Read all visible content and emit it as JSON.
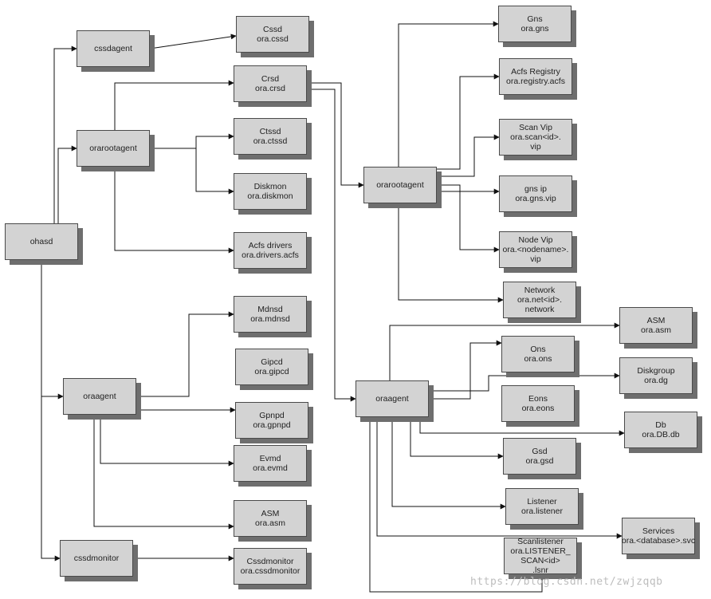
{
  "nodes": [
    {
      "id": "ohasd",
      "lines": [
        "ohasd"
      ]
    },
    {
      "id": "cssdagent",
      "lines": [
        "cssdagent"
      ]
    },
    {
      "id": "orarootagent-left",
      "lines": [
        "orarootagent"
      ]
    },
    {
      "id": "oraagent-left",
      "lines": [
        "oraagent"
      ]
    },
    {
      "id": "cssdmonitor",
      "lines": [
        "cssdmonitor"
      ]
    },
    {
      "id": "cssd",
      "lines": [
        "Cssd",
        "ora.cssd"
      ]
    },
    {
      "id": "crsd",
      "lines": [
        "Crsd",
        "ora.crsd"
      ]
    },
    {
      "id": "ctssd",
      "lines": [
        "Ctssd",
        "ora.ctssd"
      ]
    },
    {
      "id": "diskmon",
      "lines": [
        "Diskmon",
        "ora.diskmon"
      ]
    },
    {
      "id": "acfs-drivers",
      "lines": [
        "Acfs drivers",
        "ora.drivers.acfs"
      ]
    },
    {
      "id": "mdnsd",
      "lines": [
        "Mdnsd",
        "ora.mdnsd"
      ]
    },
    {
      "id": "gipcd",
      "lines": [
        "Gipcd",
        "ora.gipcd"
      ]
    },
    {
      "id": "gpnpd",
      "lines": [
        "Gpnpd",
        "ora.gpnpd"
      ]
    },
    {
      "id": "evmd",
      "lines": [
        "Evmd",
        "ora.evmd"
      ]
    },
    {
      "id": "asm-left",
      "lines": [
        "ASM",
        "ora.asm"
      ]
    },
    {
      "id": "cssdmonitor-res",
      "lines": [
        "Cssdmonitor",
        "ora.cssdmonitor"
      ]
    },
    {
      "id": "orarootagent-right",
      "lines": [
        "orarootagent"
      ]
    },
    {
      "id": "gns",
      "lines": [
        "Gns",
        "ora.gns"
      ]
    },
    {
      "id": "acfs-registry",
      "lines": [
        "Acfs Registry",
        "ora.registry.acfs"
      ]
    },
    {
      "id": "scan-vip",
      "lines": [
        "Scan Vip",
        "ora.scan<id>.",
        "vip"
      ]
    },
    {
      "id": "gns-ip",
      "lines": [
        "gns ip",
        "ora.gns.vip"
      ]
    },
    {
      "id": "node-vip",
      "lines": [
        "Node Vip",
        "ora.<nodename>.",
        "vip"
      ]
    },
    {
      "id": "network",
      "lines": [
        "Network",
        "ora.net<id>.",
        "network"
      ]
    },
    {
      "id": "oraagent-right",
      "lines": [
        "oraagent"
      ]
    },
    {
      "id": "asm-right",
      "lines": [
        "ASM",
        "ora.asm"
      ]
    },
    {
      "id": "ons",
      "lines": [
        "Ons",
        "ora.ons"
      ]
    },
    {
      "id": "diskgroup",
      "lines": [
        "Diskgroup",
        "ora.dg"
      ]
    },
    {
      "id": "eons",
      "lines": [
        "Eons",
        "ora.eons"
      ]
    },
    {
      "id": "db",
      "lines": [
        "Db",
        "ora.DB.db"
      ]
    },
    {
      "id": "gsd",
      "lines": [
        "Gsd",
        "ora.gsd"
      ]
    },
    {
      "id": "listener",
      "lines": [
        "Listener",
        "ora.listener"
      ]
    },
    {
      "id": "services",
      "lines": [
        "Services",
        "ora.<database>.svc"
      ]
    },
    {
      "id": "scanlistener",
      "lines": [
        "Scanlistener",
        "ora.LISTENER_",
        "SCAN<id>",
        ".lsnr"
      ]
    }
  ],
  "edges": [
    [
      "ohasd",
      "cssdagent"
    ],
    [
      "ohasd",
      "orarootagent-left"
    ],
    [
      "ohasd",
      "oraagent-left"
    ],
    [
      "ohasd",
      "cssdmonitor"
    ],
    [
      "cssdagent",
      "cssd"
    ],
    [
      "orarootagent-left",
      "crsd"
    ],
    [
      "orarootagent-left",
      "ctssd"
    ],
    [
      "orarootagent-left",
      "diskmon"
    ],
    [
      "orarootagent-left",
      "acfs-drivers"
    ],
    [
      "oraagent-left",
      "mdnsd"
    ],
    [
      "oraagent-left",
      "gpnpd"
    ],
    [
      "oraagent-left",
      "evmd"
    ],
    [
      "oraagent-left",
      "asm-left"
    ],
    [
      "cssdmonitor",
      "cssdmonitor-res"
    ],
    [
      "crsd",
      "orarootagent-right"
    ],
    [
      "crsd",
      "oraagent-right"
    ],
    [
      "orarootagent-right",
      "gns"
    ],
    [
      "orarootagent-right",
      "acfs-registry"
    ],
    [
      "orarootagent-right",
      "scan-vip"
    ],
    [
      "orarootagent-right",
      "gns-ip"
    ],
    [
      "orarootagent-right",
      "node-vip"
    ],
    [
      "orarootagent-right",
      "network"
    ],
    [
      "oraagent-right",
      "asm-right"
    ],
    [
      "oraagent-right",
      "ons"
    ],
    [
      "oraagent-right",
      "diskgroup"
    ],
    [
      "oraagent-right",
      "db"
    ],
    [
      "oraagent-right",
      "gsd"
    ],
    [
      "oraagent-right",
      "listener"
    ],
    [
      "oraagent-right",
      "services"
    ],
    [
      "oraagent-right",
      "scanlistener"
    ]
  ],
  "watermark": "https://blog.csdn.net/zwjzqqb"
}
